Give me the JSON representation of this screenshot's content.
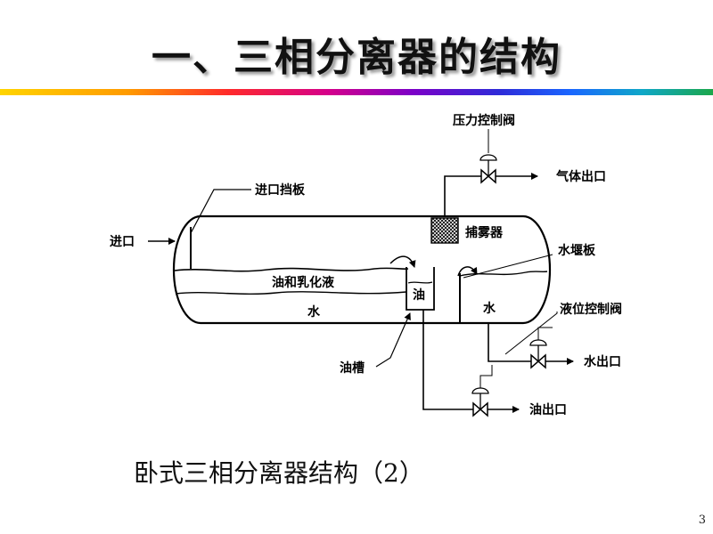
{
  "slide": {
    "title": "一、三相分离器的结构",
    "caption": "卧式三相分离器结构（2）",
    "page_number": "3"
  },
  "diagram": {
    "labels": {
      "pressure_valve": "压力控制阀",
      "gas_outlet": "气体出口",
      "inlet_baffle": "进口挡板",
      "inlet": "进口",
      "mist_catcher": "捕雾器",
      "weir": "水堰板",
      "oil_emulsion": "油和乳化液",
      "oil": "油",
      "water_left": "水",
      "water_right": "水",
      "level_valve": "液位控制阀",
      "water_outlet": "水出口",
      "oil_trough": "油槽",
      "oil_outlet": "油出口"
    }
  }
}
